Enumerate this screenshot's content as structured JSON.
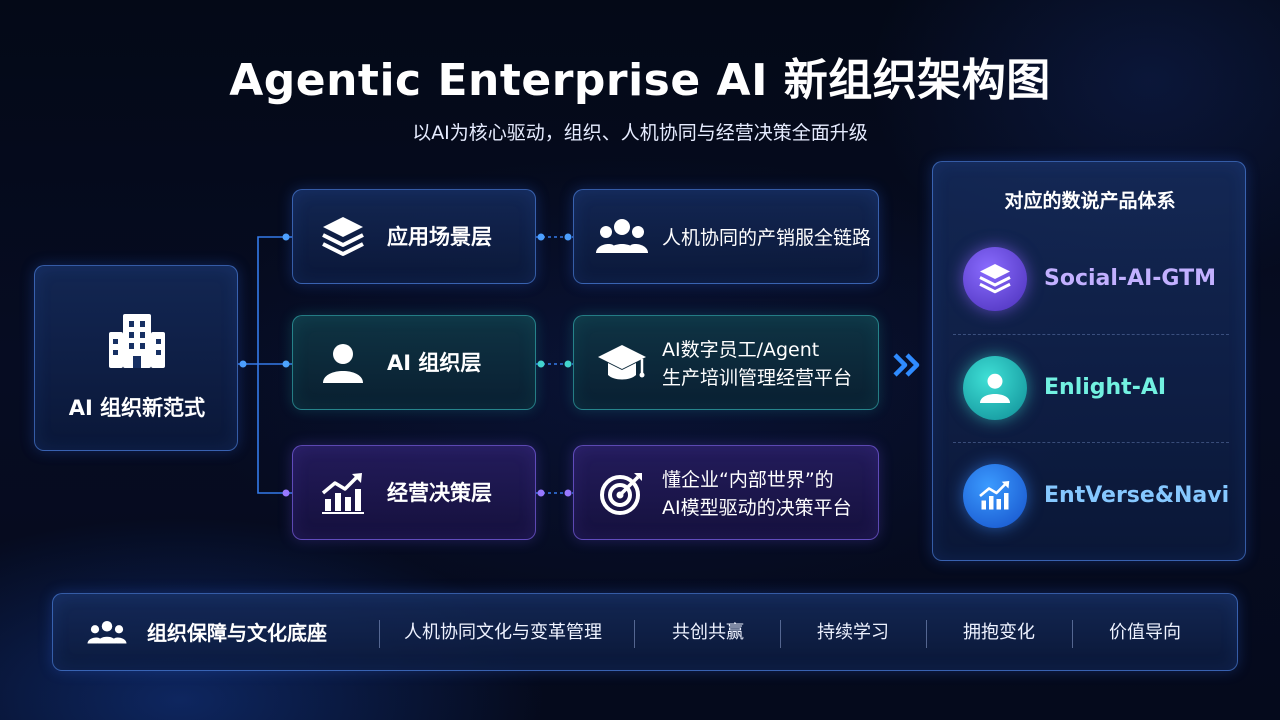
{
  "title": "Agentic Enterprise AI 新组织架构图",
  "subtitle": "以AI为核心驱动，组织、人机协同与经营决策全面升级",
  "root": {
    "label": "AI 组织新范式",
    "icon": "building-icon"
  },
  "layers": [
    {
      "label": "应用场景层",
      "icon": "layers-icon",
      "desc_lines": [
        "人机协同的产销服全链路"
      ],
      "desc_icon": "users-group-icon"
    },
    {
      "label": "AI 组织层",
      "icon": "person-icon",
      "desc_lines": [
        "AI数字员工/Agent",
        "生产培训管理经营平台"
      ],
      "desc_icon": "graduation-cap-icon"
    },
    {
      "label": "经营决策层",
      "icon": "trend-chart-icon",
      "desc_lines": [
        "懂企业“内部世界”的",
        "AI模型驱动的决策平台"
      ],
      "desc_icon": "target-icon"
    }
  ],
  "products": {
    "title": "对应的数说产品体系",
    "items": [
      {
        "name": "Social-AI-GTM",
        "icon": "layers-icon",
        "color": "#b9a6ff"
      },
      {
        "name": "Enlight-AI",
        "icon": "person-icon",
        "color": "#6ff0e0"
      },
      {
        "name": "EntVerse&Navi",
        "icon": "trend-chart-icon",
        "color": "#7fc3ff"
      }
    ]
  },
  "bottom": {
    "title": "组织保障与文化底座",
    "icon": "users-group-icon",
    "tags": [
      "人机协同文化与变革管理",
      "共创共赢",
      "持续学习",
      "拥抱变化",
      "价值导向"
    ]
  }
}
